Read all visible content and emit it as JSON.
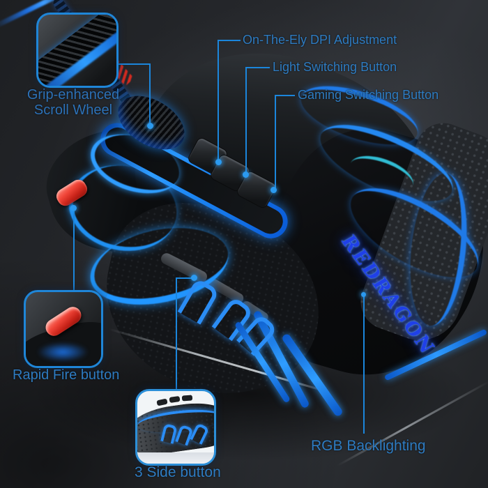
{
  "annotations": {
    "dpi": "On-The-Ely DPI Adjustment",
    "light": "Light Switching Button",
    "gaming": "Gaming Switching Button",
    "scroll_wheel_line1": "Grip-enhanced",
    "scroll_wheel_line2": "Scroll Wheel",
    "rapid_fire": "Rapid Fire button",
    "side_buttons": "3 Side button",
    "rgb": "RGB Backlighting"
  },
  "product": {
    "brand_logo": "REDRAGON"
  },
  "colors": {
    "label_blue": "#2e7cc2",
    "callout_line_blue": "#1b86dc",
    "led_blue": "#2f9dff",
    "led_cyan": "#35cfe8",
    "button_red": "#e0322a",
    "inset_border_blue": "#1f86d8",
    "background_dark": "#26292c"
  }
}
